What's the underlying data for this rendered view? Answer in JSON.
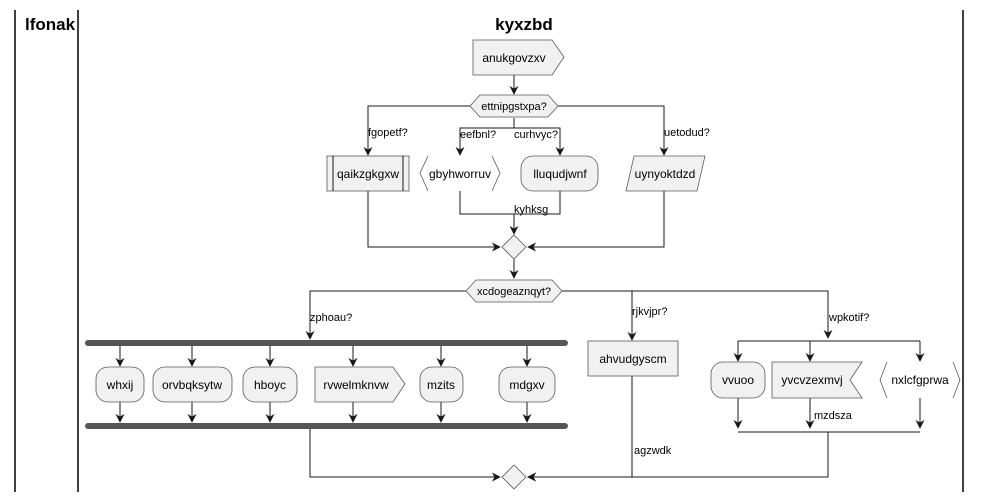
{
  "swimlanes": {
    "left": "lfonak",
    "right": "kyxzbd"
  },
  "nodes": {
    "start": "anukgovzxv",
    "decision1": "ettnipgstxpa?",
    "sub1": "qaikzgkgxw",
    "recv1": "gbyhworruv",
    "act1": "lluqudjwnf",
    "io1": "uynyoktdzd",
    "decision2": "xcdogeaznqyt?",
    "f1": "whxij",
    "f2": "orvbqksytw",
    "f3": "hboyc",
    "f4": "rvwelmknvw",
    "f5": "mzits",
    "f6": "mdgxv",
    "mid": "ahvudgyscm",
    "p1": "vvuoo",
    "p2": "yvcvzexmvj",
    "p3": "nxlcfgprwa"
  },
  "edges": {
    "fgopetf": "fgopetf?",
    "eefbnl": "eefbnl?",
    "curhvyc": "curhvyc?",
    "uetodud": "uetodud?",
    "kyhksg": "kyhksg",
    "zphoau": "zphoau?",
    "rjkvjpr": "rjkvjpr?",
    "wpkotif": "wpkotif?",
    "mzdsza": "mzdsza",
    "agzwdk": "agzwdk"
  },
  "colors": {
    "node_fill": "#f1f1f1",
    "node_border": "#5a5a5a",
    "edge": "#181818",
    "bar": "#555555"
  }
}
